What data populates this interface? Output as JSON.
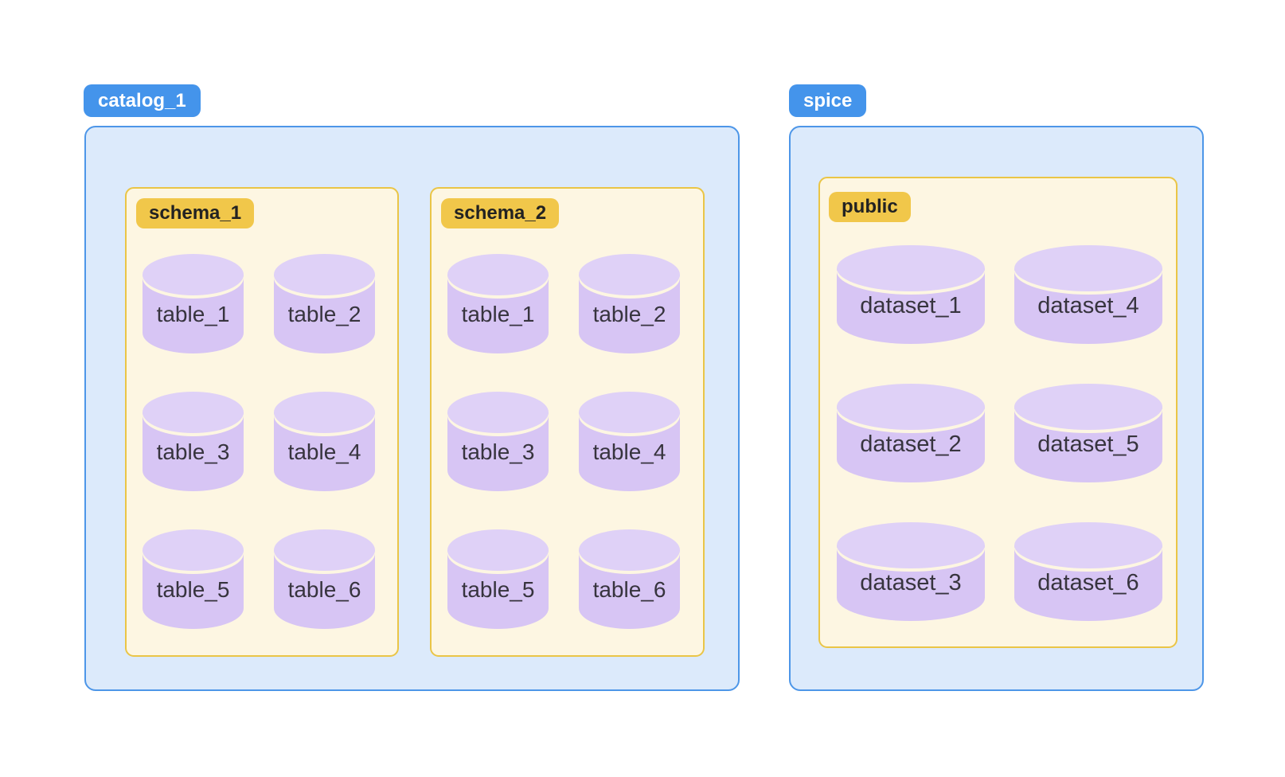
{
  "colors": {
    "blue_pill_bg": "#4494EB",
    "blue_pill_text": "#FFFFFF",
    "blue_container_bg": "#DCEAFB",
    "blue_container_border": "#4D96E8",
    "cream_box_bg": "#FDF6E2",
    "cream_box_border": "#EAC546",
    "gold_pill_bg": "#F1C74A",
    "gold_pill_text": "#222222",
    "cylinder_top": "#DFD1F7",
    "cylinder_body": "#D7C5F4",
    "cylinder_label_text": "#37343E"
  },
  "catalogs": [
    {
      "label": "catalog_1",
      "schemas": [
        {
          "label": "schema_1",
          "tables": [
            "table_1",
            "table_2",
            "table_3",
            "table_4",
            "table_5",
            "table_6"
          ]
        },
        {
          "label": "schema_2",
          "tables": [
            "table_1",
            "table_2",
            "table_3",
            "table_4",
            "table_5",
            "table_6"
          ]
        }
      ]
    },
    {
      "label": "spice",
      "schemas": [
        {
          "label": "public",
          "tables": [
            "dataset_1",
            "dataset_2",
            "dataset_3",
            "dataset_4",
            "dataset_5",
            "dataset_6"
          ]
        }
      ]
    }
  ]
}
